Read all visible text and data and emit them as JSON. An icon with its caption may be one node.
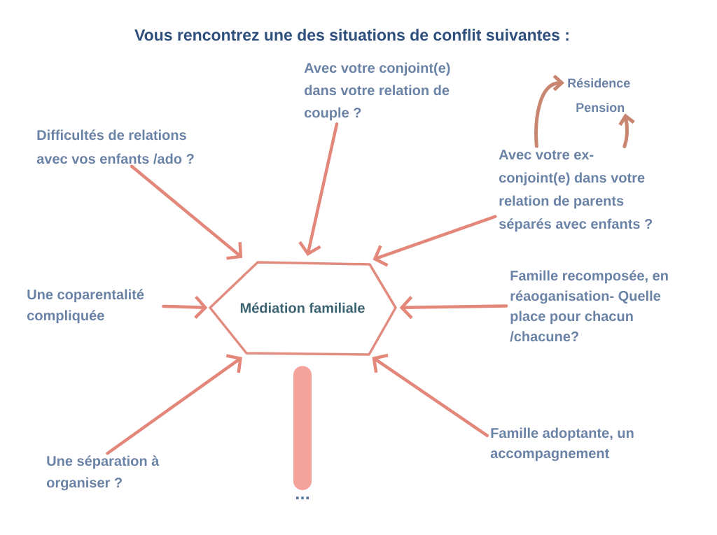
{
  "diagram": {
    "title": "Vous rencontrez une des situations de conflit suivantes :",
    "nodes": [
      {
        "text": [
          "Difficultés de relations avec vos enfants /ado ?"
        ]
      },
      {
        "text": [
          "Avec votre conjoint(e) dans votre relation de couple ?"
        ]
      },
      {
        "text": [
          "Résidence"
        ]
      },
      {
        "text": [
          "Pension"
        ]
      },
      {
        "text": [
          "Avec votre ex-conjoint(e) dans votre relation de parents séparés avec enfants ?"
        ]
      },
      {
        "text": [
          "Une coparentalité compliquée"
        ]
      },
      {
        "text": [
          "Médiation familiale"
        ]
      },
      {
        "text": [
          "Famille recomposée, en réaoganisation- Quelle place pour chacun /chacune?"
        ]
      },
      {
        "text": [
          "Une séparation à organiser ?"
        ]
      },
      {
        "text": [
          "..."
        ]
      },
      {
        "text": [
          "Famille adoptante, un accompagnement"
        ]
      }
    ],
    "edges": [
      {
        "from": 0,
        "to": 6,
        "arrow": "to"
      },
      {
        "from": 1,
        "to": 6,
        "arrow": "to"
      },
      {
        "from": 4,
        "to": 6,
        "arrow": "to"
      },
      {
        "from": 5,
        "to": 6,
        "arrow": "to"
      },
      {
        "from": 7,
        "to": 6,
        "arrow": "to"
      },
      {
        "from": 8,
        "to": 6,
        "arrow": "to"
      },
      {
        "from": 9,
        "to": 6,
        "arrow": "none",
        "style": "thick",
        "color": "#f3a29c"
      },
      {
        "from": 10,
        "to": 6,
        "arrow": "to"
      },
      {
        "from": 4,
        "to": 2,
        "arrow": "to",
        "color": "#c8856f"
      },
      {
        "from": 4,
        "to": 3,
        "arrow": "to",
        "color": "#c8856f"
      }
    ]
  }
}
